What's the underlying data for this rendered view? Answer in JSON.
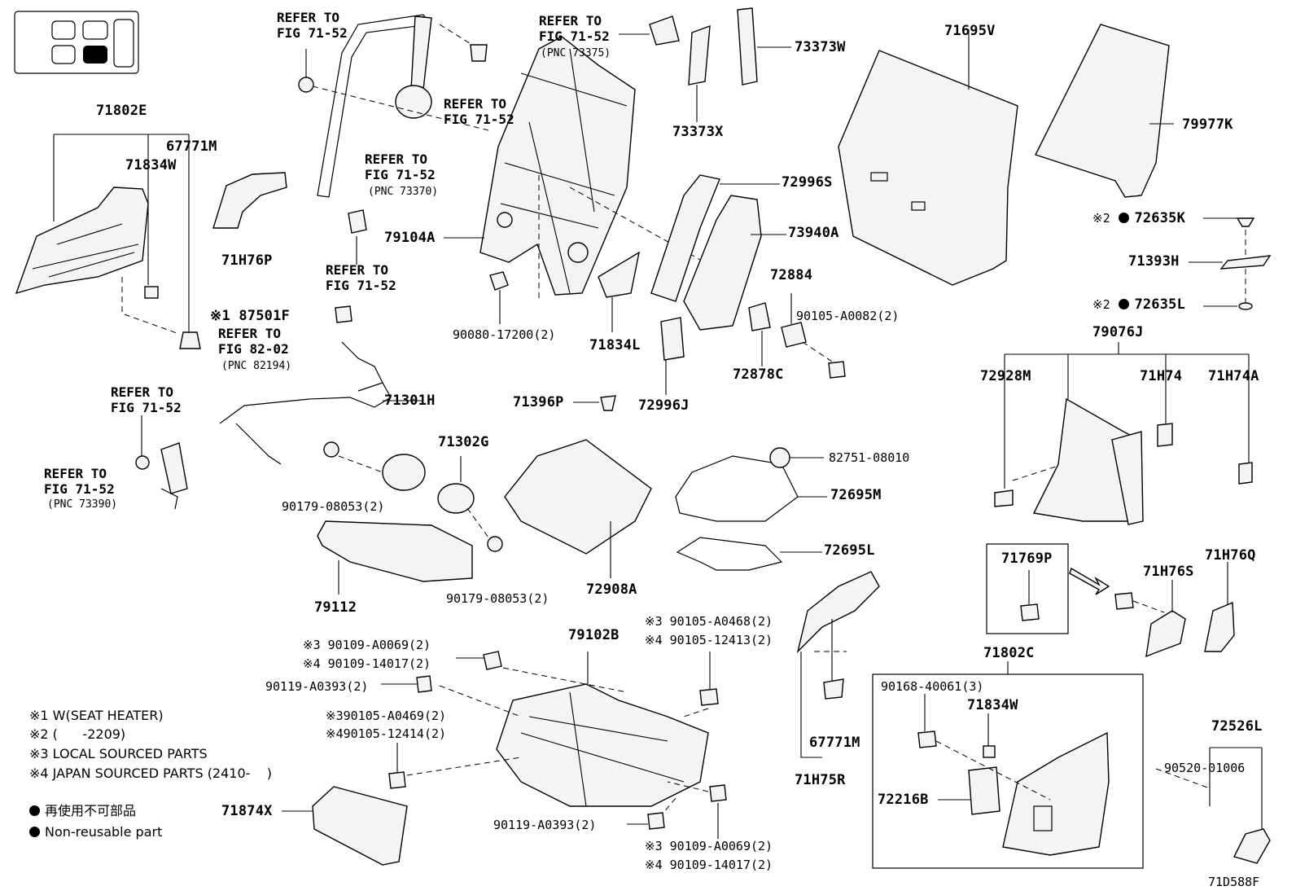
{
  "diagram_code": "71D588F",
  "parts": {
    "p71802E": "71802E",
    "p67771M_a": "67771M",
    "p71834W_a": "71834W",
    "p71H76P": "71H76P",
    "p87501F": "87501F",
    "p87501F_mark": "※1",
    "p71301H": "71301H",
    "p71302G": "71302G",
    "p90179_08053_a": "90179-08053(2)",
    "p90179_08053_b": "90179-08053(2)",
    "p79112": "79112",
    "p79104A": "79104A",
    "p90080_17200": "90080-17200(2)",
    "p71396P": "71396P",
    "p72908A": "72908A",
    "p73373W": "73373W",
    "p73373X": "73373X",
    "p72996S": "72996S",
    "p73940A": "73940A",
    "p71834L": "71834L",
    "p72996J": "72996J",
    "p72884": "72884",
    "p90105_A0082": "90105-A0082(2)",
    "p72878C": "72878C",
    "p82751_08010": "82751-08010",
    "p72695M": "72695M",
    "p72695L": "72695L",
    "p71695V": "71695V",
    "p79977K": "79977K",
    "p72635K": "72635K",
    "p71393H": "71393H",
    "p72635L": "72635L",
    "mark2a": "※2",
    "mark2b": "※2",
    "p79076J": "79076J",
    "p72928M": "72928M",
    "p71H74": "71H74",
    "p71H74A": "71H74A",
    "p71769P": "71769P",
    "p71H76S": "71H76S",
    "p71H76Q": "71H76Q",
    "p71802C": "71802C",
    "p90168_40061": "90168-40061(3)",
    "p71834W_b": "71834W",
    "p72216B": "72216B",
    "p72526L": "72526L",
    "p90520_01006": "90520-01006",
    "p67771M_b": "67771M",
    "p71H75R": "71H75R",
    "p79102B": "79102B",
    "p90105_A0468": "※3 90105-A0468(2)",
    "p90105_12413": "※4 90105-12413(2)",
    "p90109_A0069_a": "※3 90109-A0069(2)",
    "p90109_14017_a": "※4 90109-14017(2)",
    "p90119_A0393_a": "90119-A0393(2)",
    "p90105_A0469": "※390105-A0469(2)",
    "p90105_12414": "※490105-12414(2)",
    "p71874X": "71874X",
    "p90119_A0393_b": "90119-A0393(2)",
    "p90109_A0069_b": "※3 90109-A0069(2)",
    "p90109_14017_b": "※4 90109-14017(2)"
  },
  "refs": {
    "r1": "REFER TO\nFIG 71-52",
    "r2": "REFER TO\nFIG 71-52",
    "r3": "REFER TO\nFIG 71-52",
    "r3_pnc": "(PNC 73375)",
    "r4": "REFER TO\nFIG 71-52",
    "r4_pnc": "(PNC 73370)",
    "r5": "REFER TO\nFIG 71-52",
    "r6": "REFER TO\nFIG 82-02",
    "r6_pnc": "(PNC 82194)",
    "r7": "REFER TO\nFIG 71-52",
    "r8": "REFER TO\nFIG 71-52",
    "r8_pnc": "(PNC 73390)"
  },
  "notes": {
    "n1": "※1 W(SEAT HEATER)",
    "n2": "※2 (      -2209)",
    "n3": "※3 LOCAL SOURCED PARTS",
    "n4": "※4 JAPAN SOURCED PARTS (2410-    )",
    "legend_jp": "再使用不可部品",
    "legend_en": "Non-reusable part"
  }
}
